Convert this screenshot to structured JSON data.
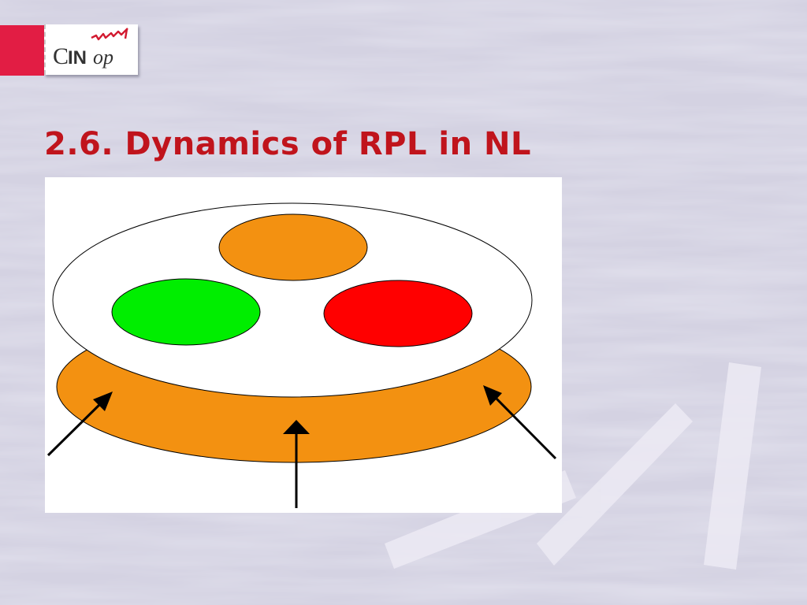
{
  "logo": {
    "text_main": "CIN",
    "text_sub": "op"
  },
  "slide": {
    "title": "2.6. Dynamics of RPL in NL"
  },
  "colors": {
    "title": "#c0141c",
    "logo_red": "#e21d44",
    "disc_orange": "#f39111",
    "circle_green": "#00ee00",
    "circle_red": "#ff0000",
    "background": "#d4d2e2"
  },
  "diagram": {
    "description_parts": [
      "orange-circle-top",
      "green-circle-left",
      "red-circle-right",
      "orange-disc-base"
    ],
    "arrows": [
      "left",
      "center",
      "right"
    ]
  }
}
